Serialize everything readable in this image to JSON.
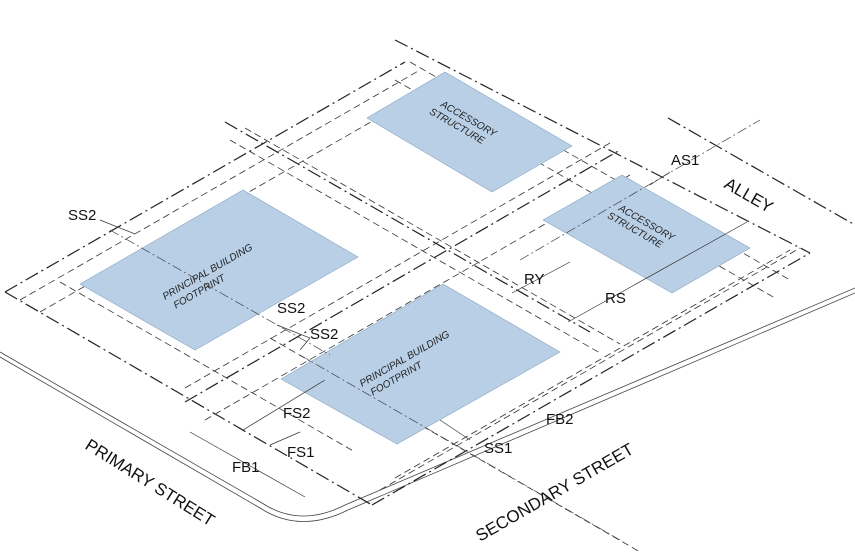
{
  "colors": {
    "footprint": "#b8cfe6",
    "line": "#222222"
  },
  "streets": {
    "primary": "PRIMARY STREET",
    "secondary": "SECONDARY STREET",
    "alley": "ALLEY"
  },
  "structures": {
    "principal_left": [
      "PRINCIPAL BUILDING",
      "FOOTPRINT"
    ],
    "principal_corner": [
      "PRINCIPAL BUILDING",
      "FOOTPRINT"
    ],
    "accessory_top": [
      "ACCESSORY",
      "STRUCTURE"
    ],
    "accessory_right": [
      "ACCESSORY",
      "STRUCTURE"
    ]
  },
  "dimensions": {
    "ss2_a": "SS2",
    "ss2_b": "SS2",
    "ss2_c": "SS2",
    "fs2": "FS2",
    "fs1": "FS1",
    "fb1": "FB1",
    "ss1": "SS1",
    "fb2": "FB2",
    "ry": "RY",
    "rs": "RS",
    "as1": "AS1"
  }
}
